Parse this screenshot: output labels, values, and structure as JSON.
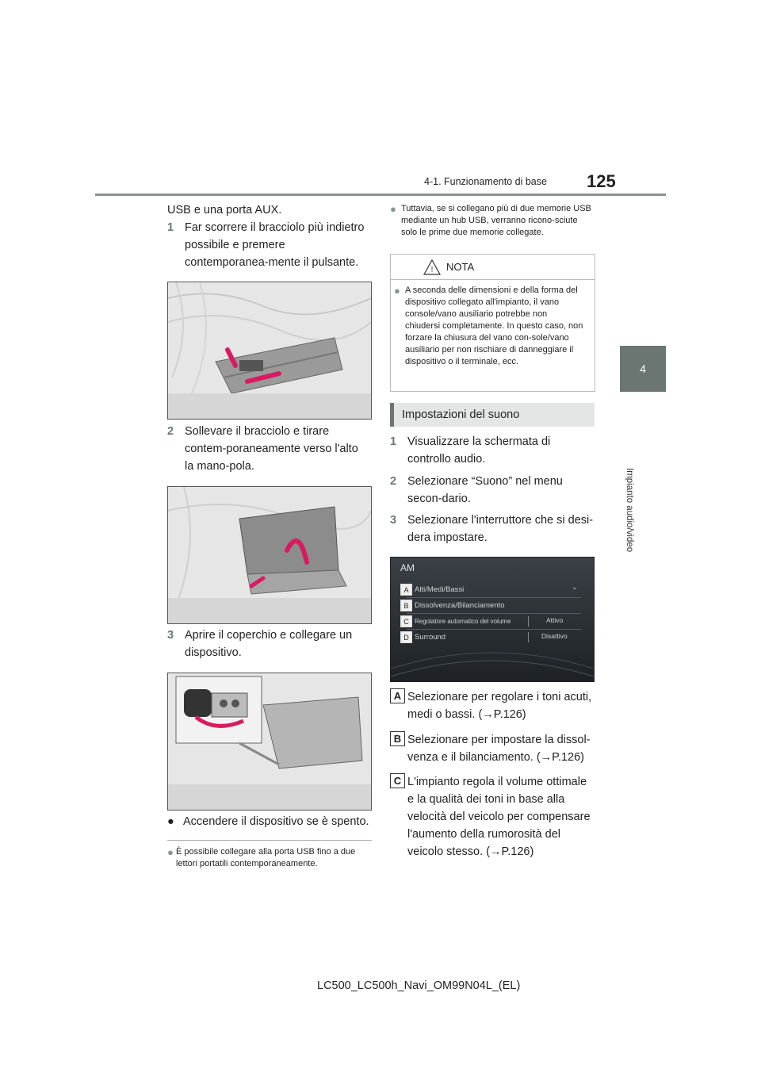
{
  "header": {
    "page_number": "125",
    "section": "4-1. Funzionamento di base",
    "chapter_number": "4",
    "chapter_title": "Impianto audio/video"
  },
  "left": {
    "intro": "USB e una porta AUX.",
    "step1_num": "1",
    "step1_text": "Far scorrere il bracciolo più indietro possibile e premere contemporanea-mente il pulsante.",
    "step2_num": "2",
    "step2_text": "Sollevare il bracciolo e tirare contem-poraneamente verso l'alto la mano-pola.",
    "step3_num": "3",
    "step3_text": "Aprire il coperchio e collegare un dispositivo.",
    "bullet_text": "Accendere il dispositivo se è spento.",
    "note_text": "È possibile collegare alla porta USB fino a due lettori portatili contemporaneamente."
  },
  "right": {
    "top_note": "Tuttavia, se si collegano più di due memorie USB mediante un hub USB, verranno ricono-sciute solo le prime due memorie collegate.",
    "nota_title": "NOTA",
    "nota_text": "A seconda delle dimensioni e della forma del dispositivo collegato all'impianto, il vano console/vano ausiliario potrebbe non chiudersi completamente. In questo caso, non forzare la chiusura del vano con-sole/vano ausiliario per non rischiare di danneggiare il dispositivo o il terminale, ecc.",
    "band_title": "Impostazioni del suono",
    "step1_num": "1",
    "step1_text": "Visualizzare la schermata di controllo audio.",
    "step2_num": "2",
    "step2_text": "Selezionare “Suono” nel menu secon-dario.",
    "step3_num": "3",
    "step3_text": "Selezionare l'interruttore che si desi-dera impostare.",
    "screen": {
      "title": "AM",
      "rows": [
        {
          "tag": "A",
          "label": "Alti/Medi/Bassi",
          "value": ""
        },
        {
          "tag": "B",
          "label": "Dissolvenza/Bilanciamento",
          "value": ""
        },
        {
          "tag": "C",
          "label": "Regolatore automatico del volume",
          "value": "Attivo"
        },
        {
          "tag": "D",
          "label": "Surround",
          "value": "Disattivo"
        }
      ]
    },
    "items": [
      {
        "tag": "A",
        "text": "Selezionare per regolare i toni acuti, medi o bassi. (→P.126)"
      },
      {
        "tag": "B",
        "text": "Selezionare per impostare la dissol-venza e il bilanciamento. (→P.126)"
      },
      {
        "tag": "C",
        "text": "L'impianto regola il volume ottimale e la qualità dei toni in base alla velocità del veicolo per compensare l'aumento della rumorosità del veicolo stesso. (→P.126)"
      }
    ]
  },
  "footer": "LC500_LC500h_Navi_OM99N04L_(EL)",
  "colors": {
    "accent": "#6b7673",
    "rule": "#8a9592",
    "band": "#e3e6e5",
    "screen_bg": "#2a2f33"
  }
}
